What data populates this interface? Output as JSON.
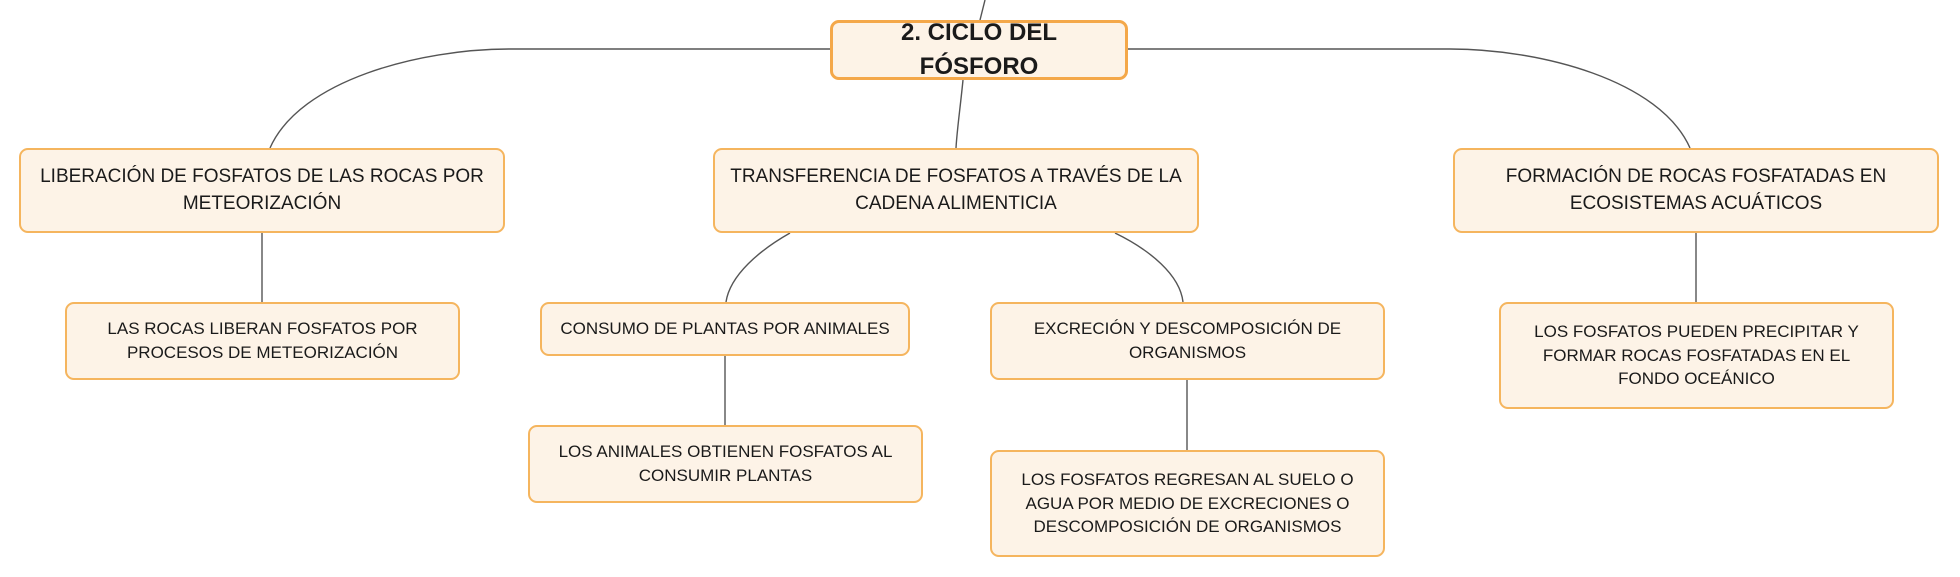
{
  "diagram": {
    "root": {
      "label": "2. CICLO DEL FÓSFORO"
    },
    "branches": [
      {
        "label": "LIBERACIÓN DE FOSFATOS DE LAS ROCAS POR METEORIZACIÓN",
        "children": [
          {
            "label": "LAS ROCAS LIBERAN FOSFATOS POR PROCESOS DE METEORIZACIÓN"
          }
        ]
      },
      {
        "label": "TRANSFERENCIA DE FOSFATOS A TRAVÉS DE LA CADENA ALIMENTICIA",
        "children": [
          {
            "label": "CONSUMO DE PLANTAS POR ANIMALES",
            "children": [
              {
                "label": "LOS ANIMALES OBTIENEN FOSFATOS AL CONSUMIR PLANTAS"
              }
            ]
          },
          {
            "label": "EXCRECIÓN Y DESCOMPOSICIÓN DE ORGANISMOS",
            "children": [
              {
                "label": "LOS FOSFATOS REGRESAN AL SUELO O AGUA POR MEDIO DE EXCRECIONES O DESCOMPOSICIÓN DE ORGANISMOS"
              }
            ]
          }
        ]
      },
      {
        "label": "FORMACIÓN DE ROCAS FOSFATADAS EN ECOSISTEMAS ACUÁTICOS",
        "children": [
          {
            "label": "LOS FOSFATOS PUEDEN PRECIPITAR Y FORMAR ROCAS FOSFATADAS EN EL FONDO OCEÁNICO"
          }
        ]
      }
    ]
  },
  "colors": {
    "node_fill": "#fdf3e7",
    "node_border": "#f5b55e",
    "connector": "#555555"
  }
}
